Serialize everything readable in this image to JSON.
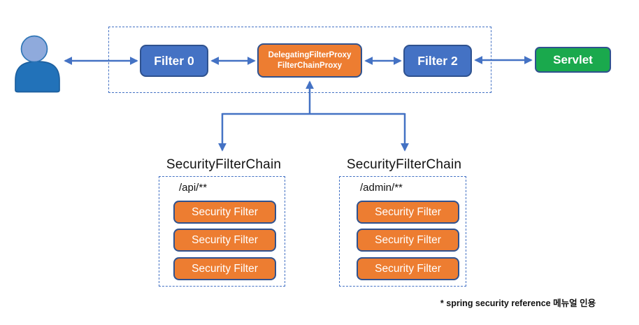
{
  "colors": {
    "blue": "#4472C4",
    "blue_dark": "#2F528F",
    "orange": "#ED7D31",
    "green": "#1AA94D",
    "person_head": "#8FAADC",
    "person_body": "#2272B9",
    "ink": "#111111",
    "bg": "#FFFFFF"
  },
  "icons": {
    "user": "person-silhouette"
  },
  "top_row": {
    "filter0_label": "Filter 0",
    "proxy_label_line1": "DelegatingFilterProxy",
    "proxy_label_line2": "FilterChainProxy",
    "filter2_label": "Filter 2",
    "servlet_label": "Servlet"
  },
  "chains": [
    {
      "title": "SecurityFilterChain",
      "pattern": "/api/**",
      "filters": [
        "Security Filter",
        "Security Filter",
        "Security Filter"
      ]
    },
    {
      "title": "SecurityFilterChain",
      "pattern": "/admin/**",
      "filters": [
        "Security Filter",
        "Security Filter",
        "Security Filter"
      ]
    }
  ],
  "footnote": "* spring security reference 메뉴얼 인용"
}
